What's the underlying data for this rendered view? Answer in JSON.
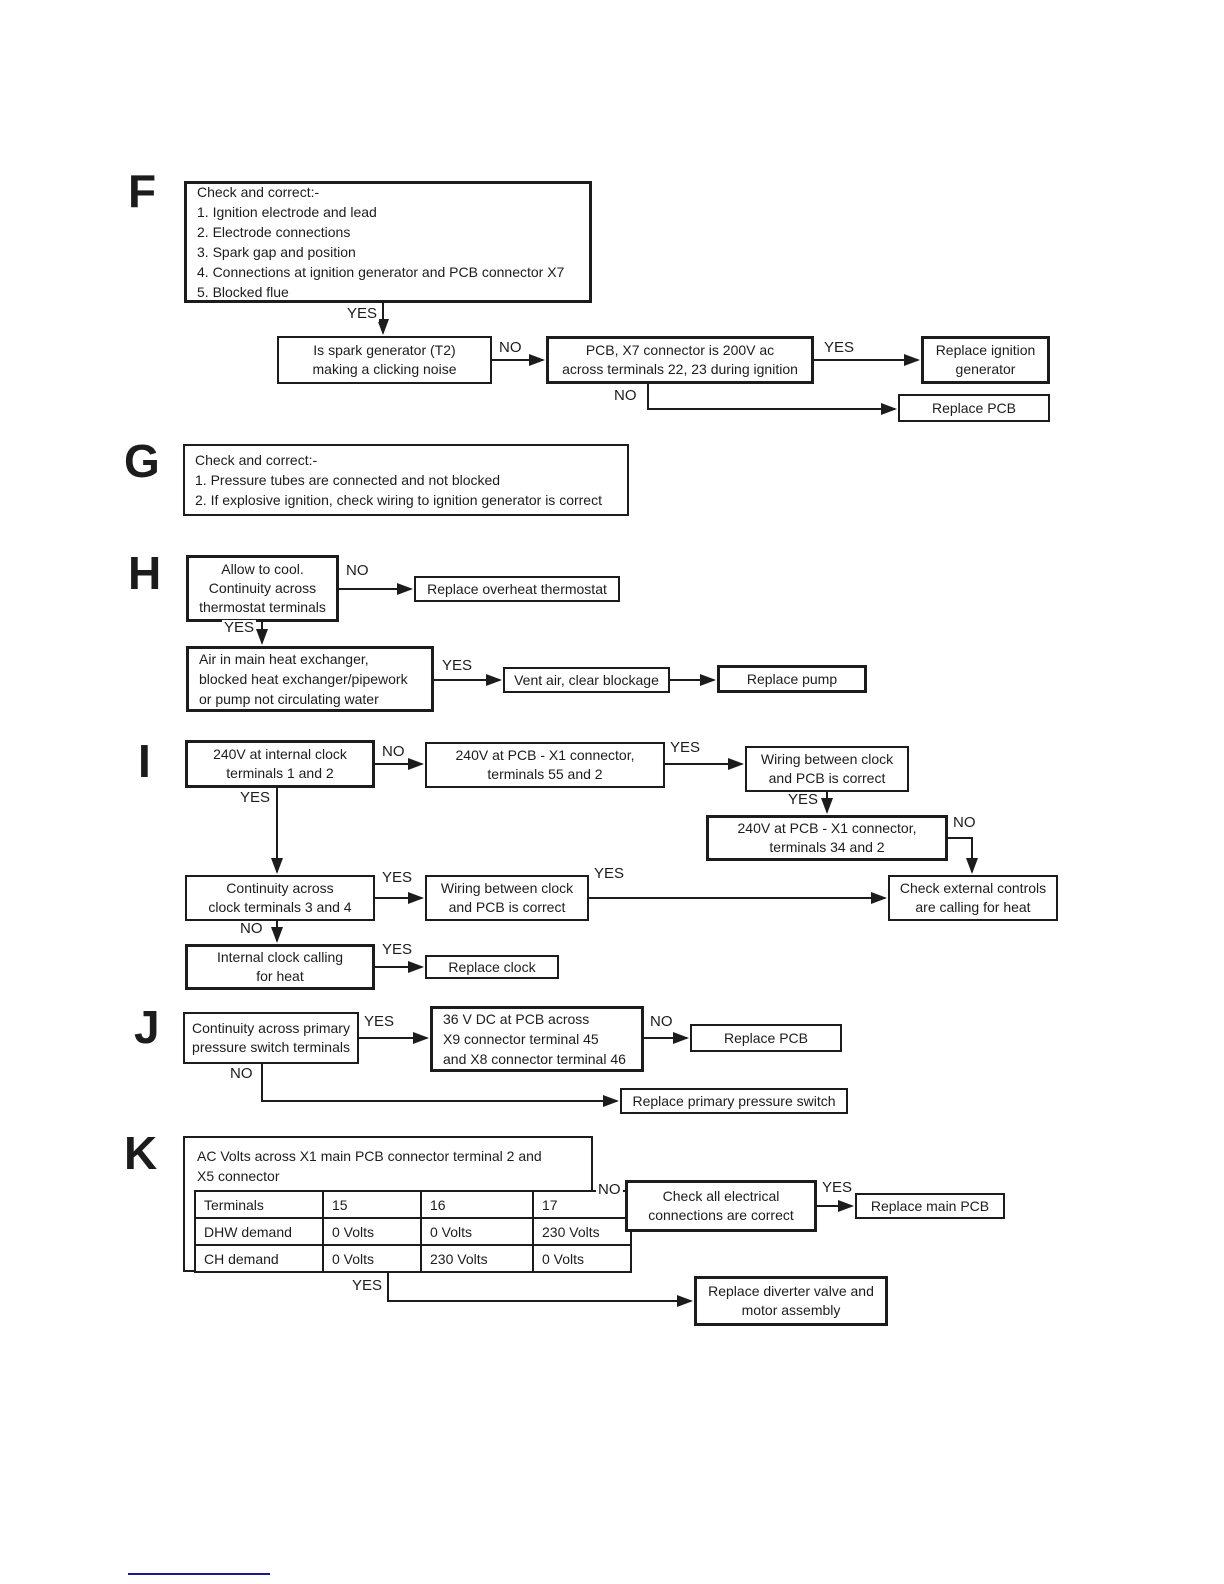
{
  "labels": {
    "yes": "YES",
    "no": "NO"
  },
  "sections": {
    "f": {
      "letter": "F",
      "checklist": "Check and correct:-\n1. Ignition electrode and lead\n2. Electrode connections\n3. Spark gap and position\n4. Connections at ignition generator and PCB connector X7\n5. Blocked flue",
      "spark_generator": "Is spark generator (T2)\nmaking a clicking noise",
      "pcb_x7": "PCB, X7 connector is 200V ac\nacross terminals 22, 23 during ignition",
      "replace_ignition_generator": "Replace ignition\ngenerator",
      "replace_pcb": "Replace PCB"
    },
    "g": {
      "letter": "G",
      "checklist": "Check and correct:-\n1. Pressure tubes are connected and not blocked\n2. If explosive ignition, check wiring to ignition generator is correct"
    },
    "h": {
      "letter": "H",
      "allow_cool": "Allow to cool.\nContinuity across\nthermostat terminals",
      "replace_overheat": "Replace overheat thermostat",
      "air_in_exchanger": "Air in main heat exchanger,\nblocked heat exchanger/pipework\nor pump not circulating water",
      "vent_air": "Vent air, clear blockage",
      "replace_pump": "Replace pump"
    },
    "i": {
      "letter": "I",
      "clock_240v": "240V at internal clock\nterminals 1 and 2",
      "pcb_x1_55": "240V at PCB - X1 connector,\nterminals 55 and 2",
      "wiring_clock_pcb_1": "Wiring between clock\nand PCB is correct",
      "pcb_x1_34": "240V at PCB - X1 connector,\nterminals 34 and 2",
      "check_external": "Check external controls\nare calling for heat",
      "continuity_34": "Continuity across\nclock terminals 3 and 4",
      "wiring_clock_pcb_2": "Wiring between clock\nand PCB is correct",
      "internal_clock": "Internal clock calling\nfor heat",
      "replace_clock": "Replace clock"
    },
    "j": {
      "letter": "J",
      "continuity_pressure": "Continuity across primary\npressure switch terminals",
      "dc_36v": "36 V DC at PCB across\nX9 connector terminal 45\nand X8 connector terminal 46",
      "replace_pcb": "Replace PCB",
      "replace_pressure_switch": "Replace primary pressure switch"
    },
    "k": {
      "letter": "K",
      "heading": "AC Volts across X1 main PCB connector terminal 2 and\nX5 connector",
      "table": {
        "header": [
          "Terminals",
          "15",
          "16",
          "17"
        ],
        "rows": [
          [
            "DHW demand",
            "0 Volts",
            "0 Volts",
            "230 Volts"
          ],
          [
            "CH demand",
            "0 Volts",
            "230 Volts",
            "0 Volts"
          ]
        ]
      },
      "check_electrical": "Check all electrical\nconnections are correct",
      "replace_main_pcb": "Replace main PCB",
      "replace_diverter": "Replace diverter valve and\nmotor assembly"
    }
  }
}
